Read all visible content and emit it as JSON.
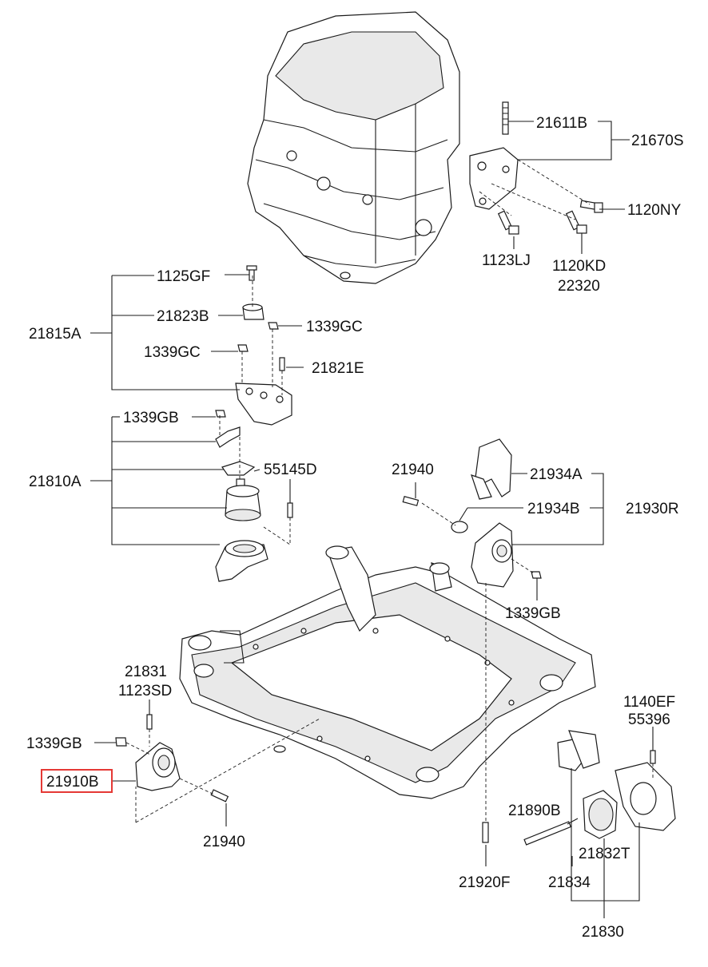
{
  "labels": {
    "l21611B": "21611B",
    "l21670S": "21670S",
    "l1120NY": "1120NY",
    "l1123LJ": "1123LJ",
    "l1120KD": "1120KD",
    "l22320": "22320",
    "l1125GF": "1125GF",
    "l21823B": "21823B",
    "l21815A": "21815A",
    "l1339GC_a": "1339GC",
    "l1339GC_b": "1339GC",
    "l21821E": "21821E",
    "l1339GB_a": "1339GB",
    "l21810A": "21810A",
    "l55145D": "55145D",
    "l21940_a": "21940",
    "l21934A": "21934A",
    "l21934B": "21934B",
    "l21930R": "21930R",
    "l1339GB_b": "1339GB",
    "l21831": "21831",
    "l1123SD": "1123SD",
    "l1339GB_c": "1339GB",
    "l21910B": "21910B",
    "l21940_b": "21940",
    "l1140EF": "1140EF",
    "l55396": "55396",
    "l21890B": "21890B",
    "l21832T": "21832T",
    "l21920F": "21920F",
    "l21834": "21834",
    "l21830": "21830"
  },
  "highlight": {
    "part": "21910B",
    "color": "#e53935"
  }
}
